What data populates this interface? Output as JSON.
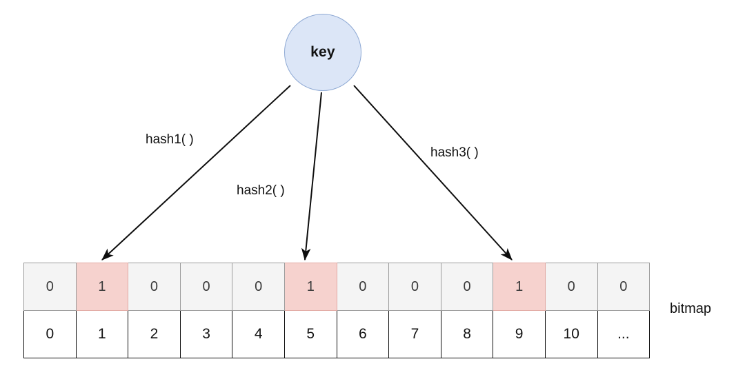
{
  "diagram": {
    "title_node": {
      "label": "key",
      "shape": "circle",
      "fill": "#dce6f7",
      "stroke": "#8ea9d4"
    },
    "edges": [
      {
        "label": "hash1( )",
        "from": "key",
        "to_index": 1
      },
      {
        "label": "hash2( )",
        "from": "key",
        "to_index": 5
      },
      {
        "label": "hash3( )",
        "from": "key",
        "to_index": 9
      }
    ],
    "bitmap": {
      "caption": "bitmap",
      "bits": [
        "0",
        "1",
        "0",
        "0",
        "0",
        "1",
        "0",
        "0",
        "0",
        "1",
        "0",
        "0"
      ],
      "indices": [
        "0",
        "1",
        "2",
        "3",
        "4",
        "5",
        "6",
        "7",
        "8",
        "9",
        "10",
        "..."
      ],
      "set_indices": [
        1,
        5,
        9
      ],
      "highlight_color": "#f6d2ce",
      "cell_color": "#f4f4f4"
    }
  }
}
